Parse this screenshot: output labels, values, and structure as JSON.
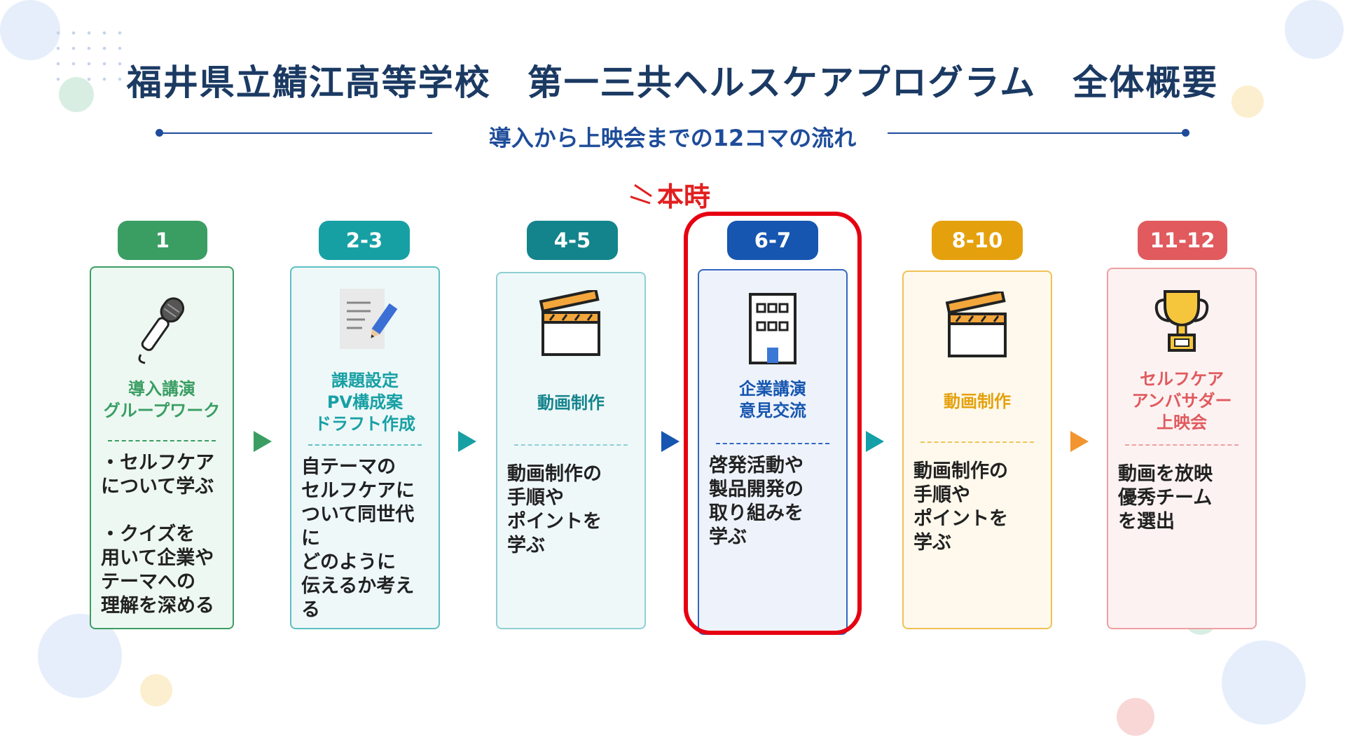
{
  "title": "福井県立鯖江高等学校　第一三共ヘルスケアプログラム　全体概要",
  "subtitle": "導入から上映会までの12コマの流れ",
  "current_marker": "本時",
  "colors": {
    "navy": "#1b3a63",
    "highlight": "#e60012",
    "step1": "#3a9e63",
    "step2": "#17a0a4",
    "step3": "#13848c",
    "step4": "#1656b0",
    "step5": "#e5a10d",
    "step6": "#e05a5e"
  },
  "steps": [
    {
      "badge": "1",
      "icon": "microphone-icon",
      "title": [
        "導入講演",
        "グループワーク"
      ],
      "body": [
        "・セルフケア",
        "について学ぶ",
        "",
        "・クイズを",
        "用いて企業や",
        "テーマへの",
        "理解を深める"
      ]
    },
    {
      "badge": "2-3",
      "icon": "document-pen-icon",
      "title": [
        "課題設定",
        "PV構成案",
        "ドラフト作成"
      ],
      "body": [
        "自テーマの",
        "セルフケアに",
        "ついて同世代に",
        "どのように",
        "伝えるか考える"
      ]
    },
    {
      "badge": "4-5",
      "icon": "clapperboard-icon",
      "title": [
        "動画制作"
      ],
      "body": [
        "動画制作の",
        "手順や",
        "ポイントを",
        "学ぶ"
      ]
    },
    {
      "badge": "6-7",
      "icon": "office-building-icon",
      "title": [
        "企業講演",
        "意見交流"
      ],
      "body": [
        "啓発活動や",
        "製品開発の",
        "取り組みを",
        "学ぶ"
      ]
    },
    {
      "badge": "8-10",
      "icon": "clapperboard-icon",
      "title": [
        "動画制作"
      ],
      "body": [
        "動画制作の",
        "手順や",
        "ポイントを",
        "学ぶ"
      ]
    },
    {
      "badge": "11-12",
      "icon": "trophy-icon",
      "title": [
        "セルフケア",
        "アンバサダー",
        "上映会"
      ],
      "body": [
        "動画を放映",
        "優秀チーム",
        "を選出"
      ]
    }
  ]
}
